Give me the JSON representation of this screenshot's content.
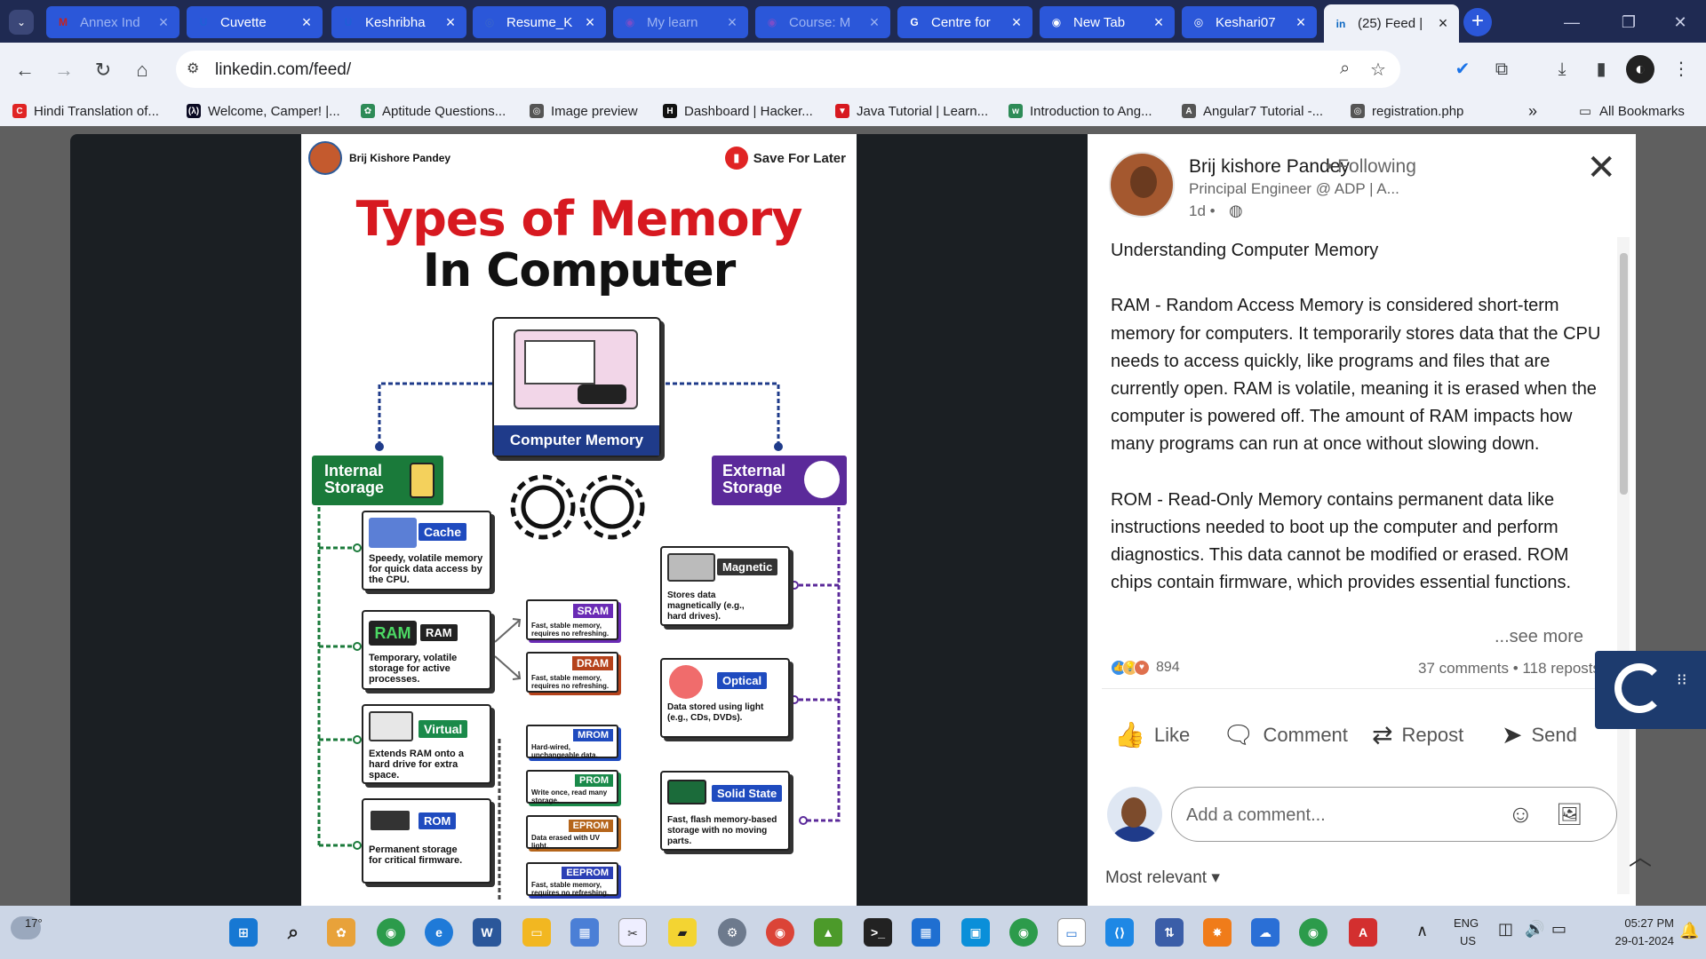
{
  "browser": {
    "tabs": [
      {
        "title": "Annex Ind",
        "icon": "gmail-icon",
        "icon_char": "M",
        "icon_color": "#c5221f",
        "faded": true
      },
      {
        "title": "Cuvette",
        "icon": "cuvette-icon",
        "icon_char": "U",
        "icon_color": "#1f5fd6",
        "faded": false
      },
      {
        "title": "Keshribha",
        "icon": "cuvette-icon",
        "icon_char": "U",
        "icon_color": "#1f5fd6",
        "faded": false
      },
      {
        "title": "Resume_K",
        "icon": "globe-icon",
        "icon_char": "◎",
        "icon_color": "#3a67c9",
        "faded": false
      },
      {
        "title": "My learn",
        "icon": "course-icon",
        "icon_char": "◉",
        "icon_color": "#7a4ec9",
        "faded": true
      },
      {
        "title": "Course: M",
        "icon": "course-icon",
        "icon_char": "◉",
        "icon_color": "#7a4ec9",
        "faded": true
      },
      {
        "title": "Centre for",
        "icon": "google-icon",
        "icon_char": "G",
        "icon_color": "#ffffff",
        "faded": false
      },
      {
        "title": "New Tab",
        "icon": "chrome-icon",
        "icon_char": "◉",
        "icon_color": "#ffffff",
        "faded": false
      },
      {
        "title": "Keshari07",
        "icon": "github-icon",
        "icon_char": "◎",
        "icon_color": "#ffffff",
        "faded": false
      },
      {
        "title": "(25) Feed |",
        "icon": "linkedin-icon",
        "icon_char": "in",
        "icon_color": "#0a66c2",
        "faded": false,
        "active": true
      }
    ],
    "url": "linkedin.com/feed/",
    "bookmarks": [
      {
        "label": "Hindi Translation of...",
        "icon": "bookmark-c-icon",
        "icon_char": "C",
        "color": "#e02424"
      },
      {
        "label": "Welcome, Camper! |...",
        "icon": "freecodecamp-icon",
        "icon_char": "(λ)",
        "color": "#0a0a23"
      },
      {
        "label": "Aptitude Questions...",
        "icon": "indiabix-icon",
        "icon_char": "✿",
        "color": "#2e8b57"
      },
      {
        "label": "Image preview",
        "icon": "globe-icon",
        "icon_char": "◎",
        "color": "#555555"
      },
      {
        "label": "Dashboard | Hacker...",
        "icon": "hackerrank-icon",
        "icon_char": "H",
        "color": "#111111"
      },
      {
        "label": "Java Tutorial | Learn...",
        "icon": "javatpoint-icon",
        "icon_char": "▼",
        "color": "#d71920"
      },
      {
        "label": "Introduction to Ang...",
        "icon": "w3-icon",
        "icon_char": "w",
        "color": "#2e8b57"
      },
      {
        "label": "Angular7 Tutorial -...",
        "icon": "tutorial-icon",
        "icon_char": "A",
        "color": "#555555"
      },
      {
        "label": "registration.php",
        "icon": "globe-icon",
        "icon_char": "◎",
        "color": "#555555"
      }
    ],
    "bookmarks_overflow": "»",
    "all_bookmarks": "All Bookmarks"
  },
  "post_image": {
    "author": "Brij Kishore Pandey",
    "save_label": "Save For Later",
    "title_line1": "Types of Memory",
    "title_line2": "In Computer",
    "center_label": "Computer Memory",
    "internal_label": "Internal Storage",
    "external_label": "External Storage",
    "internal_items": [
      {
        "label": "Cache",
        "desc": "Speedy, volatile memory for quick data access by the CPU.",
        "color": "#1f4bbf"
      },
      {
        "label": "RAM",
        "desc": "Temporary, volatile storage for active processes.",
        "color": "#222222",
        "badge": "RAM"
      },
      {
        "label": "Virtual",
        "desc": "Extends RAM onto a hard drive for extra space.",
        "color": "#1a8a4a"
      },
      {
        "label": "ROM",
        "desc": "Permanent storage for critical firmware.",
        "color": "#1f4bbf"
      }
    ],
    "ram_types": [
      {
        "label": "SRAM",
        "desc": "Fast, stable memory, requires no refreshing.",
        "color": "#6a2bb5"
      },
      {
        "label": "DRAM",
        "desc": "Fast, stable memory, requires no refreshing.",
        "color": "#b5421b"
      }
    ],
    "rom_types": [
      {
        "label": "MROM",
        "desc": "Hard-wired, unchangeable data.",
        "color": "#1f4bbf"
      },
      {
        "label": "PROM",
        "desc": "Write once, read many storage.",
        "color": "#1a8a4a"
      },
      {
        "label": "EPROM",
        "desc": "Data erased with UV light.",
        "color": "#b5651b"
      },
      {
        "label": "EEPROM",
        "desc": "Fast, stable memory, requires no refreshing.",
        "color": "#2b3fb5"
      }
    ],
    "external_items": [
      {
        "label": "Magnetic",
        "desc": "Stores data magnetically (e.g., hard drives).",
        "color": "#333333"
      },
      {
        "label": "Optical",
        "desc": "Data stored using light (e.g., CDs, DVDs).",
        "color": "#1f4bbf"
      },
      {
        "label": "Solid State",
        "desc": "Fast, flash memory-based storage with no moving parts.",
        "color": "#1f4bbf"
      }
    ]
  },
  "post": {
    "author_name": "Brij kishore Pandey",
    "follow_status": "• Following",
    "headline": "Principal Engineer @ ADP | A...",
    "time": "1d •",
    "body": "Understanding Computer Memory\n\nRAM - Random Access Memory is considered short-term memory for computers. It temporarily stores data that the CPU needs to access quickly, like programs and files that are currently open. RAM is volatile, meaning it is erased when the computer is powered off. The amount of RAM impacts how many programs can run at once without slowing down.\n\nROM - Read-Only Memory contains permanent data like instructions needed to boot up the computer and perform diagnostics. This data cannot be modified or erased. ROM chips contain firmware, which provides essential functions.",
    "see_more": "...see more",
    "reaction_count": "894",
    "engagement": "37 comments • 118 reposts",
    "actions": {
      "like": "Like",
      "comment": "Comment",
      "repost": "Repost",
      "send": "Send"
    },
    "comment_placeholder": "Add a comment...",
    "sort_label": "Most relevant"
  },
  "taskbar": {
    "temperature": "17°",
    "lang_1": "ENG",
    "lang_2": "US",
    "time": "05:27 PM",
    "date": "29-01-2024"
  }
}
